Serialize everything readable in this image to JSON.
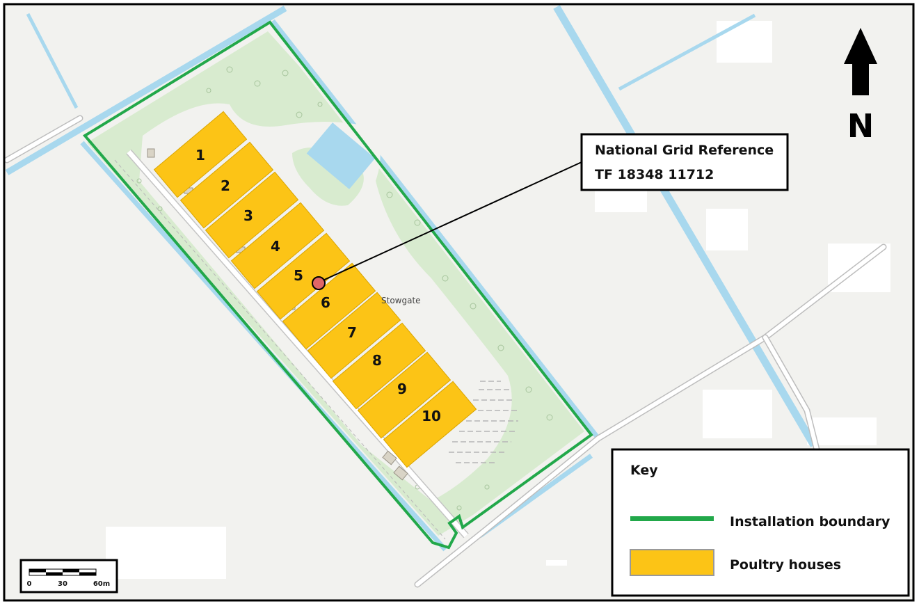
{
  "map": {
    "place_name": "Stowgate",
    "north_label": "N",
    "callout": {
      "line1": "National Grid Reference",
      "line2": "TF 18348 11712"
    },
    "houses": [
      "1",
      "2",
      "3",
      "4",
      "5",
      "6",
      "7",
      "8",
      "9",
      "10"
    ],
    "key": {
      "title": "Key",
      "items": [
        {
          "label": "Installation boundary",
          "color": "#22a84a"
        },
        {
          "label": "Poultry houses",
          "color": "#fcc416"
        }
      ]
    },
    "scale": {
      "ticks": [
        "0",
        "30",
        "60m"
      ]
    },
    "colors": {
      "background": "#f2f2ef",
      "water": "#a8d8ee",
      "vegetation": "#d8ebcf",
      "house_fill": "#fcc416",
      "boundary": "#22a84a",
      "point_marker": "#e06666"
    }
  }
}
